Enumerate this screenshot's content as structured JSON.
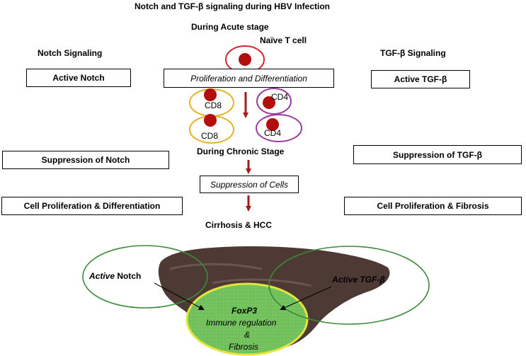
{
  "title": "Notch and TGF-β signaling during HBV Infection",
  "acute_stage_label": "During Acute stage",
  "naive_t_cell_label": "Naïve T cell",
  "left_column": {
    "heading": "Notch Signaling",
    "active_box": "Active Notch",
    "suppression_box": "Suppression of Notch",
    "effect_box": "Cell Proliferation & Differentiation"
  },
  "right_column": {
    "heading": "TGF-β Signaling",
    "active_box": "Active TGF-β",
    "suppression_box": "Suppression of TGF-β",
    "effect_box": "Cell Proliferation & Fibrosis"
  },
  "center": {
    "proliferation_box": "Proliferation and Differentiation",
    "cells": [
      "CD8",
      "CD8",
      "CD4",
      "CD4"
    ],
    "chronic_stage_label": "During Chronic Stage",
    "suppression_cells_box": "Suppression of Cells",
    "outcome_label": "Cirrhosis &  HCC"
  },
  "liver": {
    "active_notch_italic": "Active",
    "active_notch_plain": " Notch",
    "active_tgf_label": "Active TGF-β",
    "foxp3_label": "FoxP3",
    "immune_regulation_label": "Immune regulation",
    "ampersand_label": "&",
    "fibrosis_label": "Fibrosis"
  },
  "colors": {
    "arrow_red": "#a51c1c",
    "cell_red": "#b30d0d",
    "cd8_ring": "#e6b21e",
    "cd4_ring": "#9b3d9e",
    "naive_ring": "#d0262b",
    "venn_green": "#3c8a3a",
    "foxp3_fill": "#6fbf5a",
    "foxp3_ring": "#e3e63a",
    "liver": "#4d3a35"
  }
}
